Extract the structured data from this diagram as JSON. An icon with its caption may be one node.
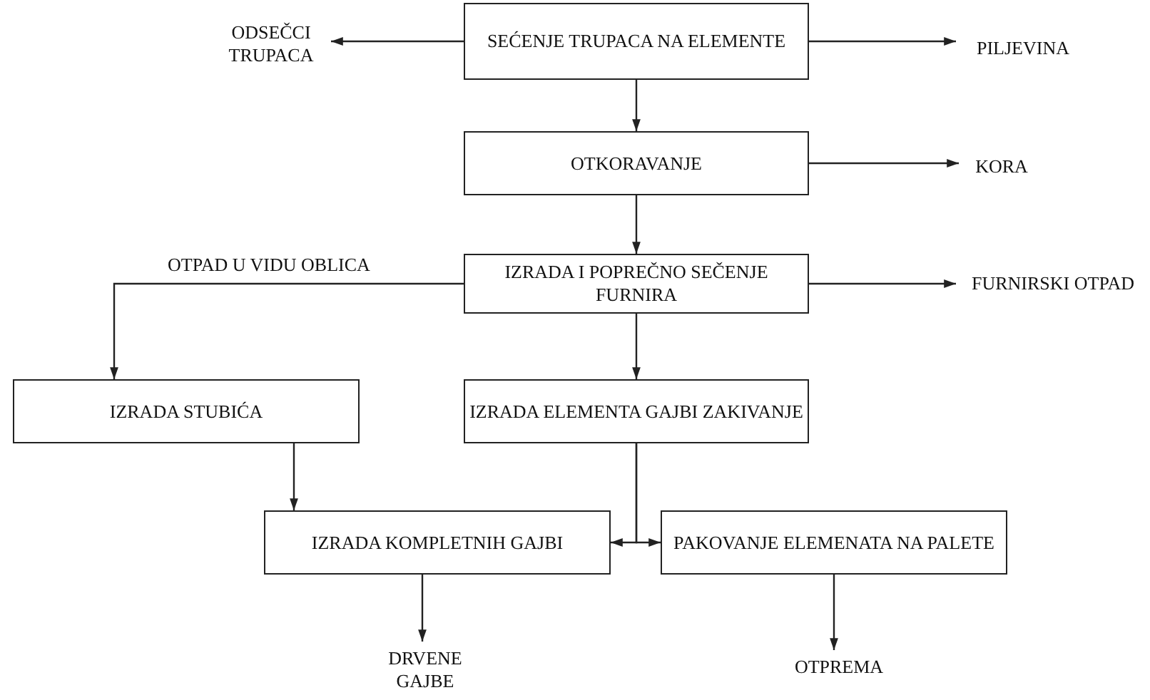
{
  "diagram": {
    "nodes": [
      {
        "text": [
          "SEĆENJE TRUPACA NA ELEMENTE"
        ]
      },
      {
        "text": [
          "ODSEČCI TRUPACA"
        ]
      },
      {
        "text": [
          "PILJEVINA"
        ]
      },
      {
        "text": [
          "OTKORAVANJE"
        ]
      },
      {
        "text": [
          "KORA"
        ]
      },
      {
        "text": [
          "IZRADA I POPREČNO SEČENJE FURNIRA"
        ]
      },
      {
        "text": [
          "FURNIRSKI OTPAD"
        ]
      },
      {
        "text": [
          "IZRADA STUBIĆA"
        ]
      },
      {
        "text": [
          "IZRADA ELEMENTA GAJBI ZAKIVANJE"
        ]
      },
      {
        "text": [
          "IZRADA KOMPLETNIH GAJBI"
        ]
      },
      {
        "text": [
          "PAKOVANJE ELEMENATA NA PALETE"
        ]
      },
      {
        "text": [
          "DRVENE GAJBE"
        ]
      },
      {
        "text": [
          "OTPREMA"
        ]
      }
    ],
    "edges": [
      {
        "from": 0,
        "to": 1,
        "arrow": "to"
      },
      {
        "from": 0,
        "to": 2,
        "arrow": "to"
      },
      {
        "from": 0,
        "to": 3,
        "arrow": "to"
      },
      {
        "from": 3,
        "to": 4,
        "arrow": "to"
      },
      {
        "from": 3,
        "to": 5,
        "arrow": "to"
      },
      {
        "from": 5,
        "to": 6,
        "arrow": "to"
      },
      {
        "from": 5,
        "to": 7,
        "arrow": "to",
        "label": "OTPAD U VIDU OBLICA"
      },
      {
        "from": 5,
        "to": 8,
        "arrow": "to"
      },
      {
        "from": 7,
        "to": 9,
        "arrow": "to"
      },
      {
        "from": 8,
        "to": 9,
        "arrow": "to"
      },
      {
        "from": 8,
        "to": 10,
        "arrow": "to"
      },
      {
        "from": 9,
        "to": 11,
        "arrow": "to"
      },
      {
        "from": 10,
        "to": 12,
        "arrow": "to"
      }
    ]
  }
}
